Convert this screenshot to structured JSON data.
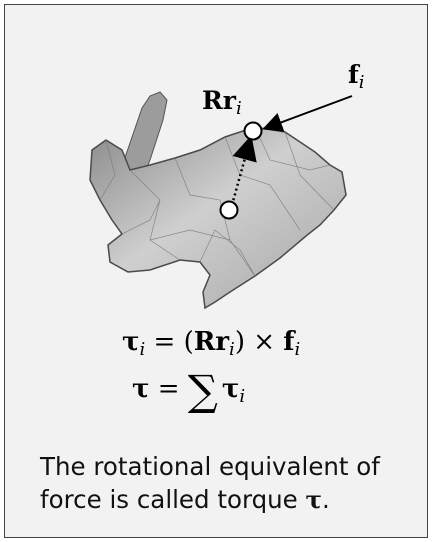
{
  "figure": {
    "label_rotated_point": "Rr",
    "label_rotated_sub": "i",
    "label_force": "f",
    "label_force_sub": "i"
  },
  "equations": {
    "torque_i": {
      "lhs": "τ",
      "lhs_sub": "i",
      "eq": " = (",
      "mid": "Rr",
      "mid_sub": "i",
      "cross": ") × ",
      "f": "f",
      "f_sub": "i"
    },
    "torque_sum": {
      "lhs": "τ",
      "eq": " = ",
      "sum": "∑",
      "term": "τ",
      "term_sub": "i"
    }
  },
  "caption": {
    "line1": "The rotational equivalent of",
    "line2_pre": "force is called torque ",
    "line2_symbol": "τ",
    "line2_post": "."
  }
}
